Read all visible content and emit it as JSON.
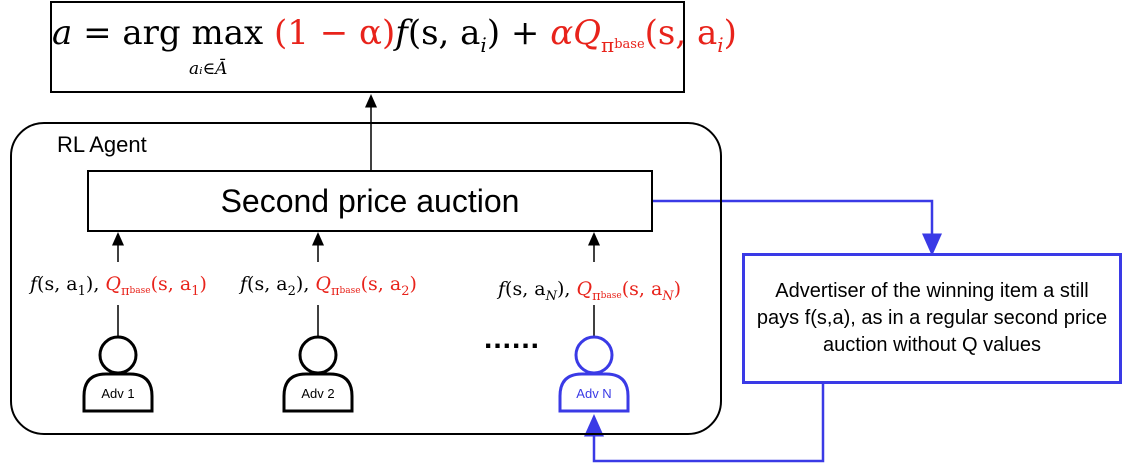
{
  "formula": {
    "lhs": "a",
    "eq": " = arg max ",
    "one_minus_alpha": "(1 − α)",
    "f_func": "f",
    "f_args": "(s, a",
    "f_sub": "i",
    "f_close": ")",
    "plus": " + ",
    "alpha": "α",
    "q": "Q",
    "pi": "π",
    "base": "base",
    "q_args": "(s, a",
    "q_sub": "i",
    "q_close": ")",
    "argmax_subscript": "aᵢ∈Ā"
  },
  "agent_label": "RL Agent",
  "auction_label": "Second price auction",
  "note_text": "Advertiser of the winning item a still pays f(s,a), as in a regular second price auction without Q values",
  "dots": "......",
  "bids": [
    {
      "f": "f",
      "args": "(s, a",
      "sub": "1",
      "close": "), ",
      "q": "Q",
      "pi": "π",
      "base": "base",
      "qargs": "(s, a",
      "qsub": "1",
      "qclose": ")"
    },
    {
      "f": "f",
      "args": "(s, a",
      "sub": "2",
      "close": "), ",
      "q": "Q",
      "pi": "π",
      "base": "base",
      "qargs": "(s, a",
      "qsub": "2",
      "qclose": ")"
    },
    {
      "f": "f",
      "args": "(s, a",
      "sub": "N",
      "close": "), ",
      "q": "Q",
      "pi": "π",
      "base": "base",
      "qargs": "(s, a",
      "qsub": "N",
      "qclose": ")"
    }
  ],
  "advertisers": [
    "Adv 1",
    "Adv 2",
    "Adv N"
  ],
  "colors": {
    "red": "#e8231b",
    "blue": "#3a3ae6",
    "black": "#000000"
  }
}
